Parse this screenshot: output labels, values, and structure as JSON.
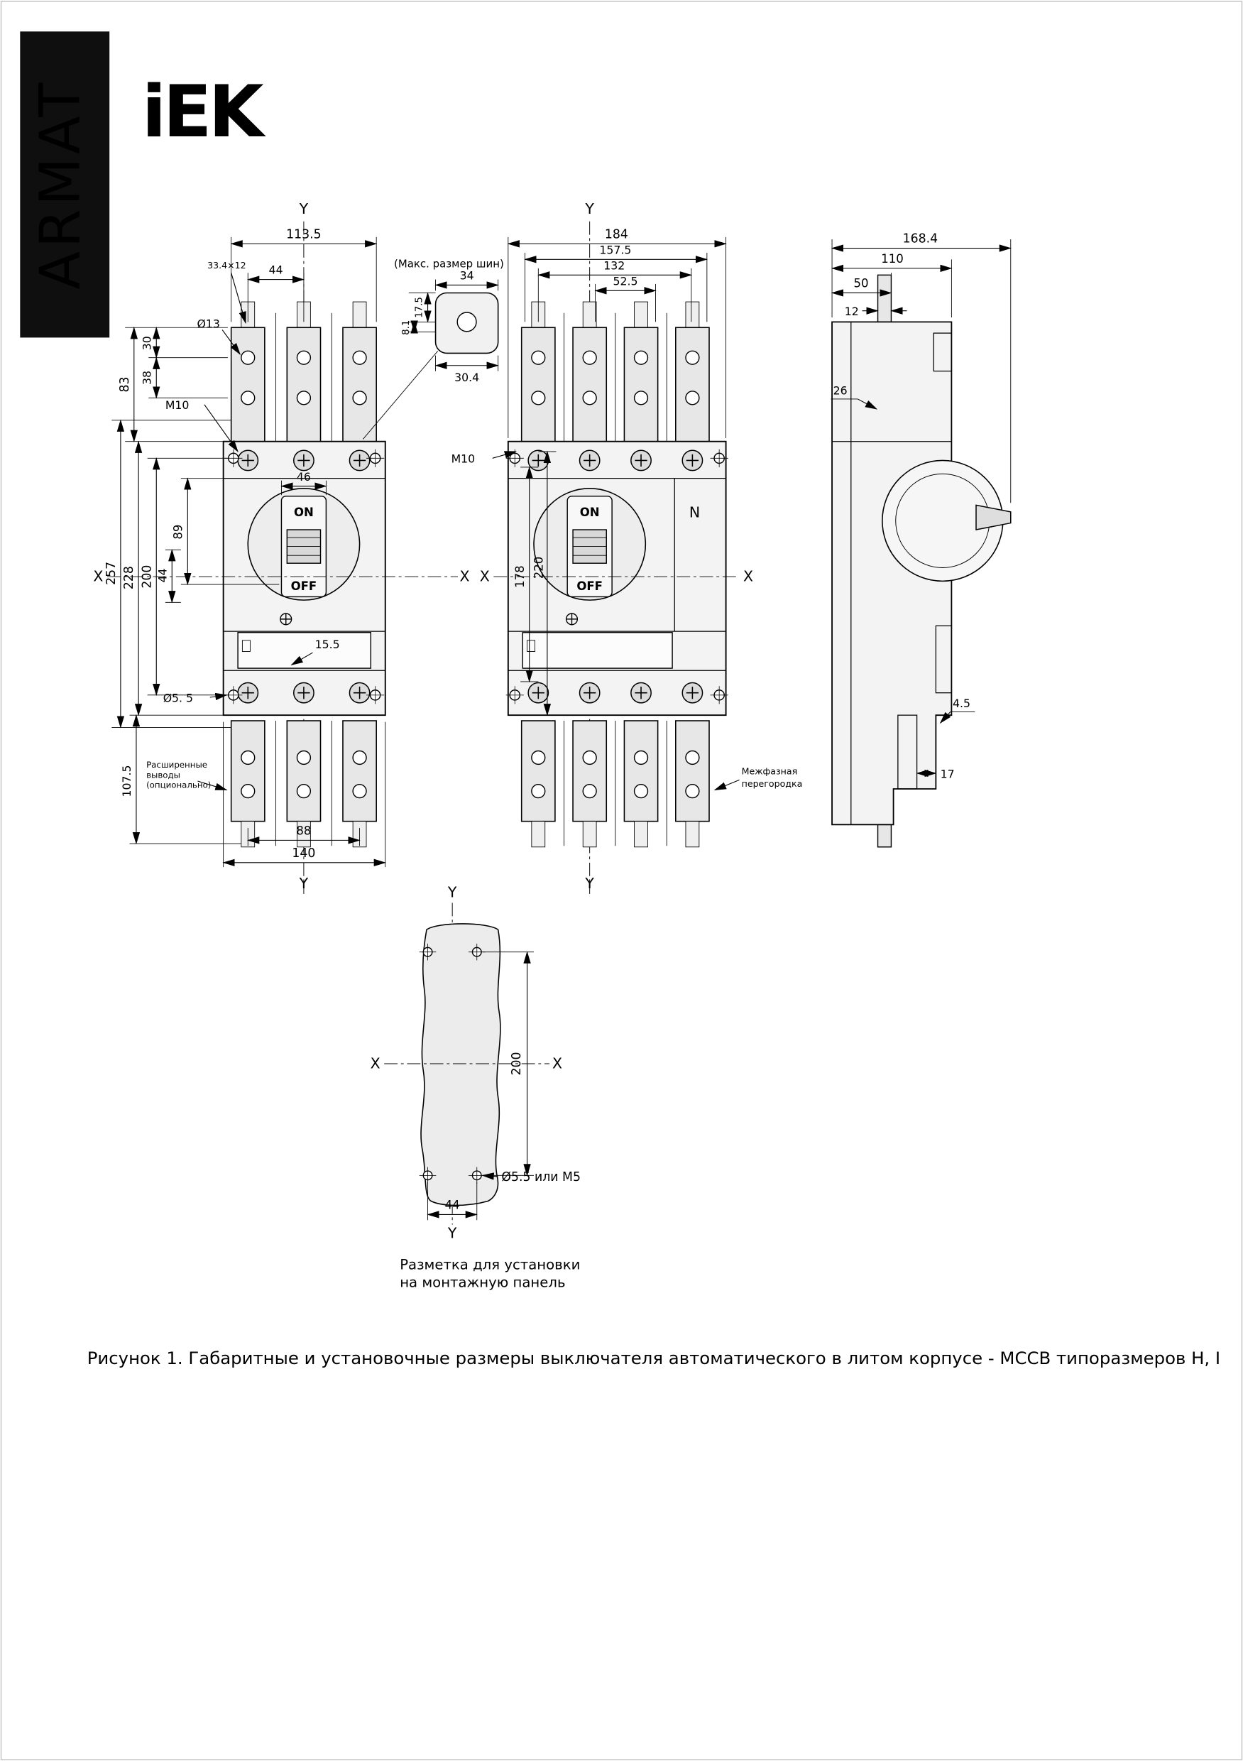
{
  "brand": {
    "armat": "ARMAT",
    "iek": "iEK"
  },
  "axes": {
    "x": "X",
    "y": "Y"
  },
  "front3": {
    "w113_5": "113.5",
    "slot": "33.4×12",
    "w44": "44",
    "dia13": "Ø13",
    "h83": "83",
    "h30": "30",
    "h38": "38",
    "m10": "M10",
    "w46": "46",
    "on": "ON",
    "off": "OFF",
    "h89": "89",
    "h257": "257",
    "h228": "228",
    "h200": "200",
    "h44": "44",
    "w15_5": "15.5",
    "dia5_5": "Ø5. 5",
    "h107_5": "107.5",
    "ext1": "Расширенные",
    "ext2": "выводы",
    "ext3": "(опционально)",
    "w88": "88",
    "w140": "140"
  },
  "bus": {
    "title": "(Макс. размер шин)",
    "w34": "34",
    "h17_5": "17.5",
    "h8_1": "8.1",
    "w30_4": "30.4"
  },
  "front4": {
    "w184": "184",
    "w157_5": "157.5",
    "w132": "132",
    "w52_5": "52.5",
    "m10": "M10",
    "on": "ON",
    "n": "N",
    "off": "OFF",
    "h178": "178",
    "h220": "220",
    "barrier1": "Межфазная",
    "barrier2": "перегородка"
  },
  "side": {
    "d168_4": "168.4",
    "d110": "110",
    "d50": "50",
    "d12": "12",
    "d26": "26",
    "d4_5": "4.5",
    "d17": "17"
  },
  "mount": {
    "h200": "200",
    "hole": "Ø5.5 или М5",
    "w44": "44",
    "cap1": "Разметка для установки",
    "cap2": "на монтажную панель"
  },
  "caption": "Рисунок 1. Габаритные и установочные размеры выключателя автоматического в литом корпусе - МССВ типоразмеров  Н, I"
}
